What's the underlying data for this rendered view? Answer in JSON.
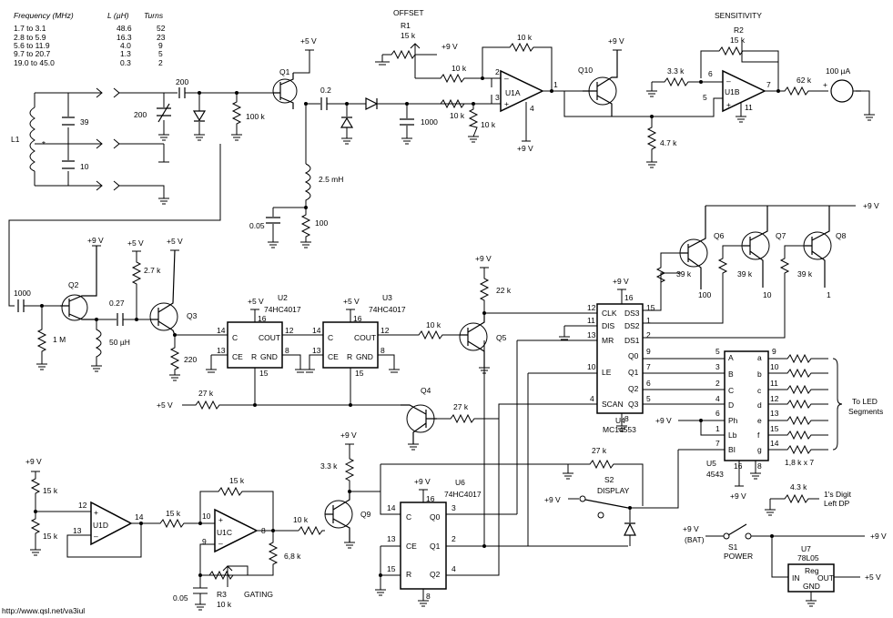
{
  "coil_table": {
    "headers": [
      "Frequency (MHz)",
      "L (µH)",
      "Turns"
    ],
    "rows": [
      [
        "1.7 to 3.1",
        "48.6",
        "52"
      ],
      [
        "2.8 to 5.9",
        "16.3",
        "23"
      ],
      [
        "5.6 to 11.9",
        "4.0",
        "9"
      ],
      [
        "9.7 to 20.7",
        "1.3",
        "5"
      ],
      [
        "19.0 to 45.0",
        "0.3",
        "2"
      ]
    ]
  },
  "titles": {
    "offset": "OFFSET",
    "sensitivity": "SENSITIVITY"
  },
  "rails": {
    "p5": "+5 V",
    "p9": "+9 V",
    "p9bat": "+9 V",
    "bat": "(BAT)"
  },
  "parts": {
    "L1": "L1",
    "c39": "39",
    "c10": "10",
    "star": "*",
    "c200a": "200",
    "c200b": "200",
    "r100k": "100 k",
    "Q1": "Q1",
    "c02": "0.2",
    "c1000": "1000",
    "coil25": "2.5 mH",
    "c005a": "0.05",
    "r100": "100",
    "R1": "R1",
    "R1v": "15 k",
    "r10k_a": "10 k",
    "r10k_b": "10 k",
    "r10k_c": "10 k",
    "r10k_d": "10 k",
    "U1A": "U1A",
    "Q10": "Q10",
    "r33k": "3.3 k",
    "r47k": "4.7 k",
    "R2": "R2",
    "R2v": "15 k",
    "U1B": "U1B",
    "r62k": "62 k",
    "meter": "100 µA",
    "Q2": "Q2",
    "c1000b": "1000",
    "r1M": "1 M",
    "l50": "50 µH",
    "c027": "0.27",
    "r27k": "2.7 k",
    "Q3": "Q3",
    "r220": "220",
    "U2": "U2",
    "U2p": "74HC4017",
    "U3": "U3",
    "U3p": "74HC4017",
    "r27k_b": "27 k",
    "r10k_e": "10 k",
    "Q5": "Q5",
    "r22k": "22 k",
    "Q4": "Q4",
    "r27k_c": "27 k",
    "U4": "U4",
    "U4p": "MC14553",
    "Q6": "Q6",
    "Q7": "Q7",
    "Q8": "Q8",
    "r39a": "39 k",
    "r39b": "39 k",
    "r39c": "39 k",
    "d100": "100",
    "d10": "10",
    "d1": "1",
    "U5": "U5",
    "U5p": "4543",
    "r18k": "1,8 k x 7",
    "toLed": "To LED",
    "segments": "Segments",
    "U1D": "U1D",
    "r15a": "15 k",
    "r15b": "15 k",
    "r15c": "15 k",
    "r15d": "15 k",
    "U1C": "U1C",
    "r68k": "6,8 k",
    "c005b": "0.05",
    "R3": "R3",
    "R3v": "10 k",
    "gating": "GATING",
    "r10k_f": "10 k",
    "Q9": "Q9",
    "r33k_b": "3.3 k",
    "U6": "U6",
    "U6p": "74HC4017",
    "r27k_d": "27 k",
    "S2": "S2",
    "display": "DISPLAY",
    "r43k": "4.3 k",
    "dp1": "1's Digit",
    "dp2": "Left DP",
    "S1": "S1",
    "power": "POWER",
    "U7": "U7",
    "U7p": "78L05",
    "reg": "Reg",
    "in": "IN",
    "out": "OUT",
    "gnd": "GND",
    "pin": {
      "u1a2": "2",
      "u1a3": "3",
      "u1a1": "1",
      "u1a4": "4",
      "u1b6": "6",
      "u1b5": "5",
      "u1b7": "7",
      "u1b11": "11",
      "u1d12": "12",
      "u1d13": "13",
      "u1d14": "14",
      "u1c10": "10",
      "u1c9": "9",
      "u1c8": "8",
      "u2_16": "16",
      "u2_14": "14",
      "u2_13": "13",
      "u2_12": "12",
      "u2_8": "8",
      "u2_15": "15",
      "u3_16": "16",
      "u3_14": "14",
      "u3_13": "13",
      "u3_12": "12",
      "u3_8": "8",
      "u3_15": "15",
      "u4_16": "16",
      "u4_12": "12",
      "u4_11": "11",
      "u4_13": "13",
      "u4_10": "10",
      "u4_4": "4",
      "u4_15": "15",
      "u4_1": "1",
      "u4_2": "2",
      "u4_9": "9",
      "u4_7": "7",
      "u4_6": "6",
      "u4_5": "5",
      "u4_8": "8",
      "u5_5": "5",
      "u5_3": "3",
      "u5_2": "2",
      "u5_4": "4",
      "u5_6": "6",
      "u5_1": "1",
      "u5_7": "7",
      "u5_9": "9",
      "u5_10": "10",
      "u5_11": "11",
      "u5_12": "12",
      "u5_13": "13",
      "u5_15": "15",
      "u5_14": "14",
      "u5_16": "16",
      "u5_8": "8",
      "u6_16": "16",
      "u6_14": "14",
      "u6_13": "13",
      "u6_15": "15",
      "u6_3": "3",
      "u6_2": "2",
      "u6_4": "4",
      "u6_8": "8"
    },
    "u2pins": {
      "C": "C",
      "CE": "CE",
      "R": "R",
      "COUT": "COUT",
      "GND": "GND"
    },
    "u4pins": {
      "CLK": "CLK",
      "DIS": "DIS",
      "MR": "MR",
      "LE": "LE",
      "SCAN": "SCAN",
      "DS3": "DS3",
      "DS2": "DS2",
      "DS1": "DS1",
      "Q0": "Q0",
      "Q1": "Q1",
      "Q2": "Q2",
      "Q3": "Q3"
    },
    "u5pins": {
      "A": "A",
      "B": "B",
      "C": "C",
      "D": "D",
      "Ph": "Ph",
      "Lb": "Lb",
      "Bl": "BI",
      "a": "a",
      "b": "b",
      "c": "c",
      "d": "d",
      "e": "e",
      "f": "f",
      "g": "g"
    },
    "u6pins": {
      "C": "C",
      "CE": "CE",
      "R": "R",
      "Q0": "Q0",
      "Q1": "Q1",
      "Q2": "Q2"
    }
  },
  "credit": "http://www.qsl.net/va3iul"
}
